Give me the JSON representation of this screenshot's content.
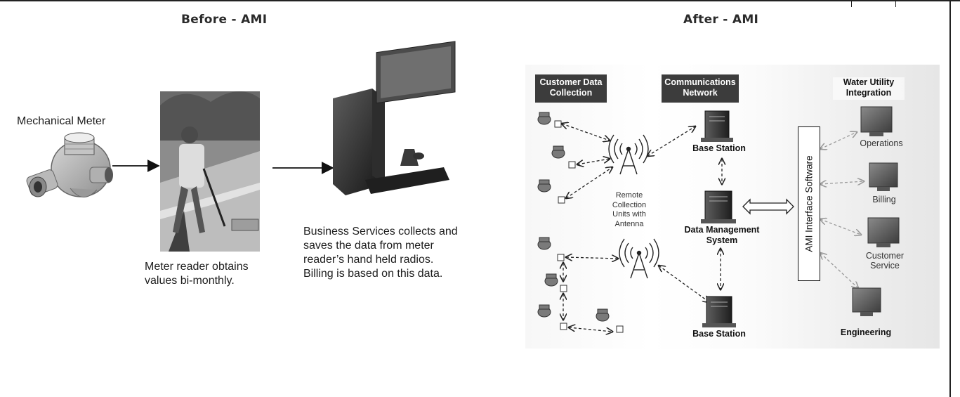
{
  "before": {
    "heading": "Before - AMI",
    "meter_label": "Mechanical Meter",
    "reader_caption": [
      "Meter reader obtains",
      "values bi-monthly."
    ],
    "services_caption": [
      "Business Services collects and",
      "saves the data from meter",
      "reader’s hand held radios.",
      "Billing is based on this data."
    ]
  },
  "after": {
    "heading": "After - AMI",
    "columns": {
      "customer": [
        "Customer Data",
        "Collection"
      ],
      "network": [
        "Communications",
        "Network"
      ],
      "utility": [
        "Water Utility",
        "Integration"
      ]
    },
    "base_station_top": "Base Station",
    "base_station_bottom": "Base Station",
    "remote_units": [
      "Remote",
      "Collection",
      "Units with",
      "Antenna"
    ],
    "data_management": [
      "Data Management",
      "System"
    ],
    "interface": "AMI Interface Software",
    "outputs": {
      "operations": "Operations",
      "billing": "Billing",
      "customer_service": [
        "Customer",
        "Service"
      ],
      "engineering": "Engineering"
    }
  }
}
